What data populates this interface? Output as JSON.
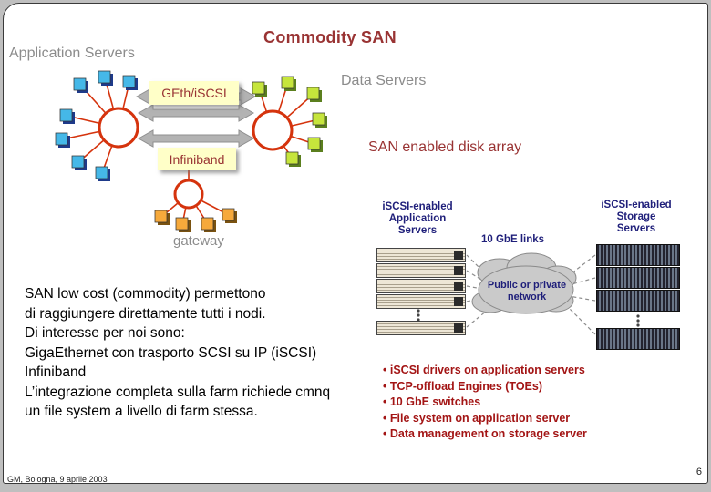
{
  "slide": {
    "title": "Commodity SAN",
    "footer": "GM, Bologna, 9 aprile 2003",
    "page_number": "6",
    "labels": {
      "application_servers": "Application Servers",
      "geth_iscsi": "GEth/iSCSI",
      "data_servers": "Data Servers",
      "infiniband": "Infiniband",
      "san_disk_array": "SAN enabled disk array",
      "gateway": "gateway"
    },
    "body_lines": [
      "SAN low cost (commodity) permettono",
      "di raggiungere direttamente tutti i nodi.",
      "Di interesse per noi sono:",
      "GigaEthernet con trasporto SCSI su IP (iSCSI)",
      "Infiniband",
      "L’integrazione completa sulla farm richiede cmnq",
      "un file system a livello di farm stessa."
    ]
  },
  "inset": {
    "app_label_lines": [
      "iSCSI-enabled",
      "Application",
      "Servers"
    ],
    "storage_label_lines": [
      "iSCSI-enabled",
      "Storage",
      "Servers"
    ],
    "links_label": "10 GbE links",
    "cloud_lines": [
      "Public or private",
      "network"
    ],
    "bullets": [
      "iSCSI drivers on application servers",
      "TCP-offload Engines (TOEs)",
      "10 GbE switches",
      "File system on application server",
      "Data management on storage server"
    ]
  },
  "colors": {
    "title_maroon": "#993333",
    "label_gray": "#8c8c8c",
    "navy": "#1f1f7a",
    "bullet_red": "#a31515",
    "highlight_yellow": "#ffffc8",
    "node_cyan": "#45b8e8",
    "node_green": "#c6e53c",
    "node_orange": "#f6a93b",
    "link_red": "#d5330d",
    "arrow_gray": "#b3b3b3",
    "cloud_gray": "#cacaca"
  }
}
